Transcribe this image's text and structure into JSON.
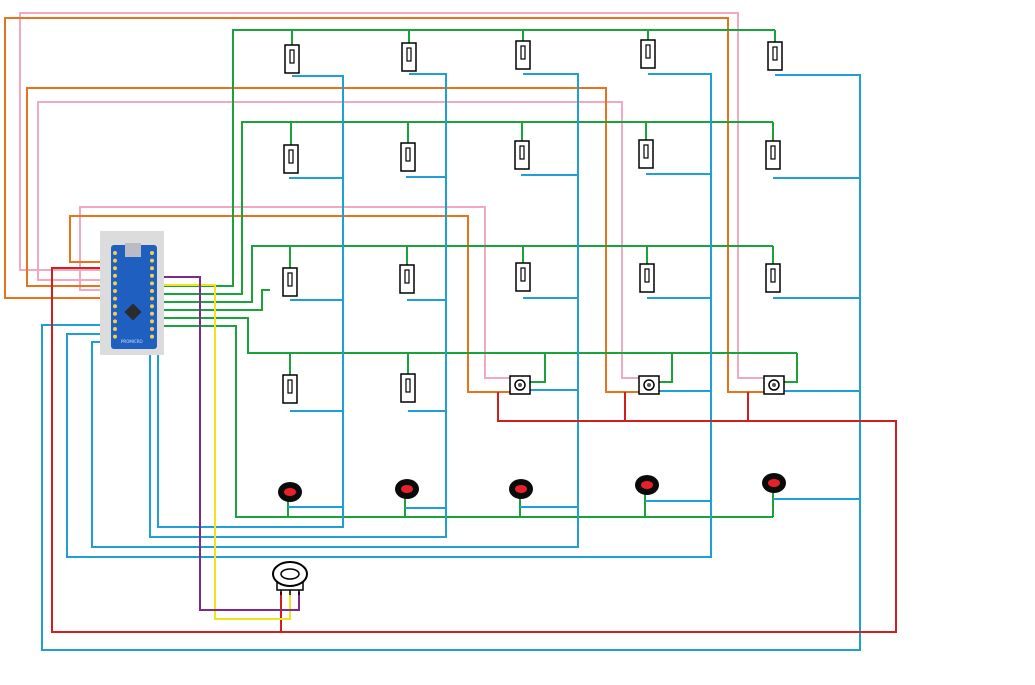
{
  "colors": {
    "background": "#ffffff",
    "board_shadow": "#dcdcdc",
    "board": "#1f5fbf",
    "wire_green": "#1aa33a",
    "wire_blue": "#1e9fd6",
    "wire_orange": "#e8731a",
    "wire_pink": "#f0a9c1",
    "wire_red": "#d01f1f",
    "wire_yellow": "#f2e31c",
    "wire_purple": "#7d2a8c",
    "component_outline": "#000000",
    "led_red": "#e8202a"
  },
  "board": {
    "name": "microcontroller-board",
    "label": "PROMICRO"
  },
  "component_types": {
    "switch": "switch-icon",
    "button": "push-button-icon",
    "led": "led-icon",
    "potentiometer": "potentiometer-icon"
  },
  "grid": {
    "switch_rows": 4,
    "switch_columns": 5,
    "switch_count": 17,
    "button_count": 3,
    "led_count": 5,
    "potentiometer_count": 1
  }
}
